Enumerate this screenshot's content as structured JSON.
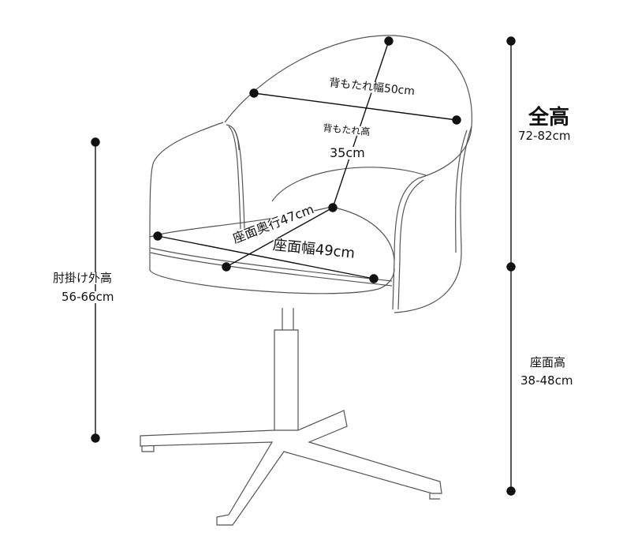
{
  "labels": {
    "backrest_width": "背もたれ幅50cm",
    "backrest_height_title": "背もたれ高",
    "backrest_height_value": "35cm",
    "seat_depth": "座面奥行47cm",
    "seat_width": "座面幅49cm",
    "armrest_height_title": "肘掛け外高",
    "armrest_height_value": "56-66cm",
    "total_height_title": "全高",
    "total_height_value": "72-82cm",
    "seat_height_title": "座面高",
    "seat_height_value": "38-48cm"
  },
  "colors": {
    "line": "#555555",
    "dimension": "#111111"
  }
}
